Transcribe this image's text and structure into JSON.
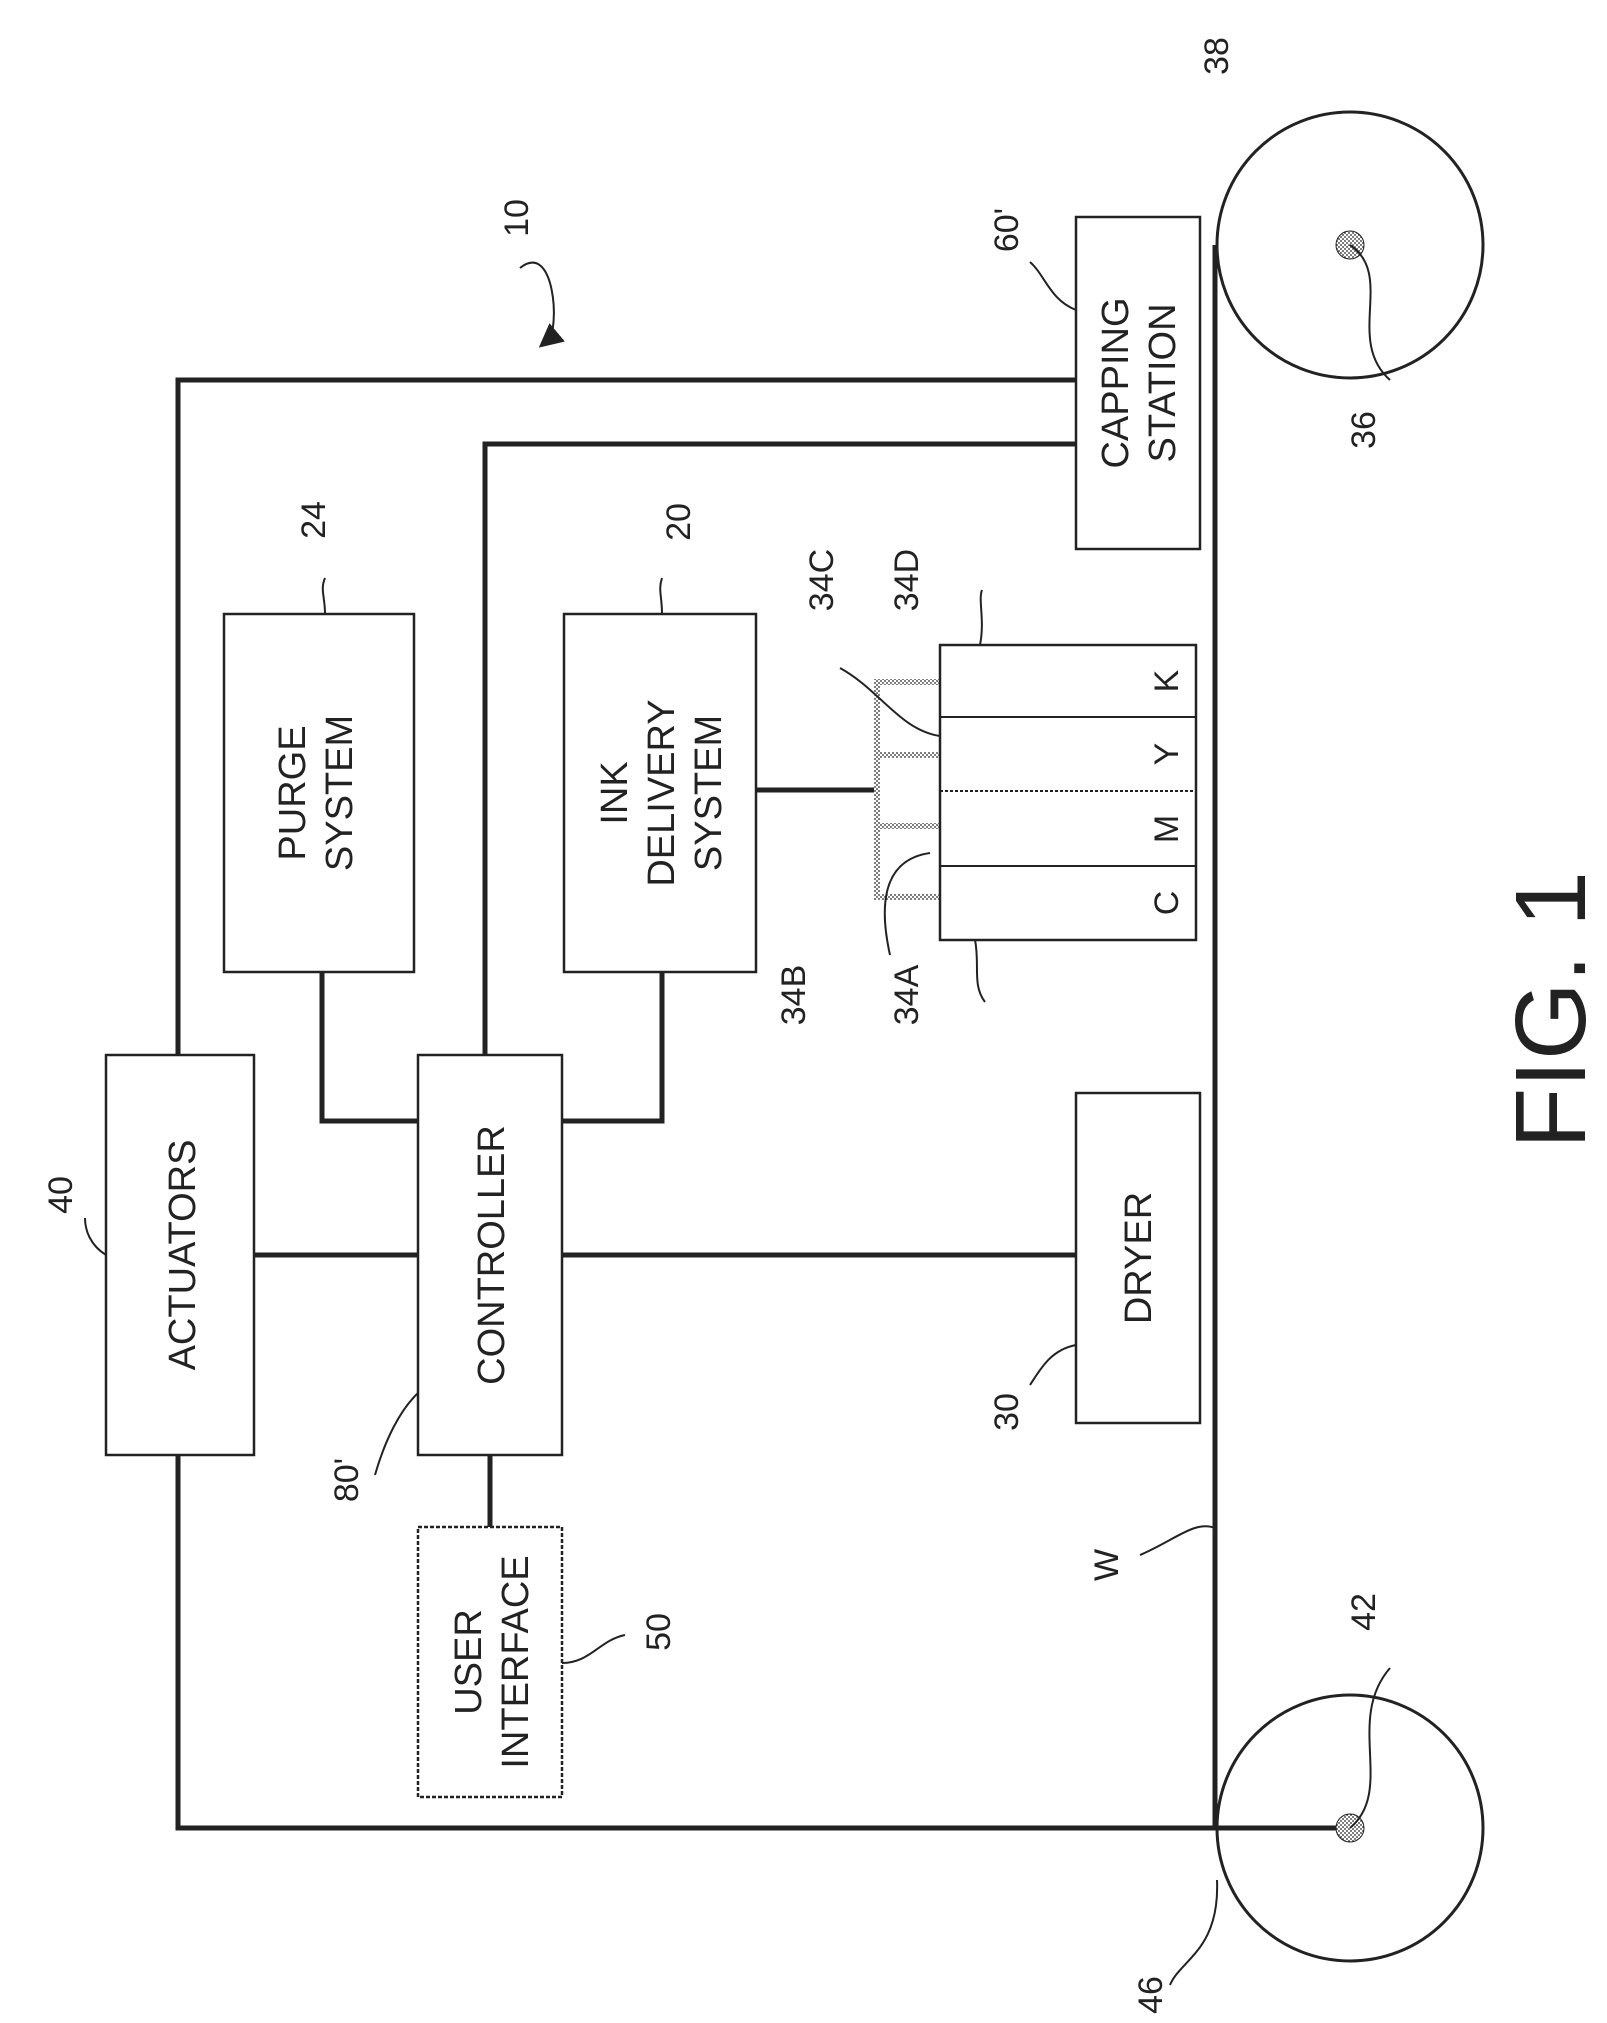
{
  "figure": {
    "caption": "FIG. 1"
  },
  "blocks": {
    "actuators": "ACTUATORS",
    "controller": "CONTROLLER",
    "purge_line1": "PURGE",
    "purge_line2": "SYSTEM",
    "ink_line1": "INK",
    "ink_line2": "DELIVERY",
    "ink_line3": "SYSTEM",
    "ui_line1": "USER",
    "ui_line2": "INTERFACE",
    "dryer": "DRYER",
    "capping_line1": "CAPPING",
    "capping_line2": "STATION"
  },
  "printheads": [
    "C",
    "M",
    "Y",
    "K"
  ],
  "refs": {
    "r10": "10",
    "r20": "20",
    "r24": "24",
    "r30": "30",
    "r34a": "34A",
    "r34b": "34B",
    "r34c": "34C",
    "r34d": "34D",
    "r36": "36",
    "r38": "38",
    "r40": "40",
    "r42": "42",
    "r46": "46",
    "r50": "50",
    "r60": "60'",
    "r80": "80'",
    "w": "W"
  },
  "colors": {
    "ink": "#222222",
    "background": "#ffffff"
  }
}
